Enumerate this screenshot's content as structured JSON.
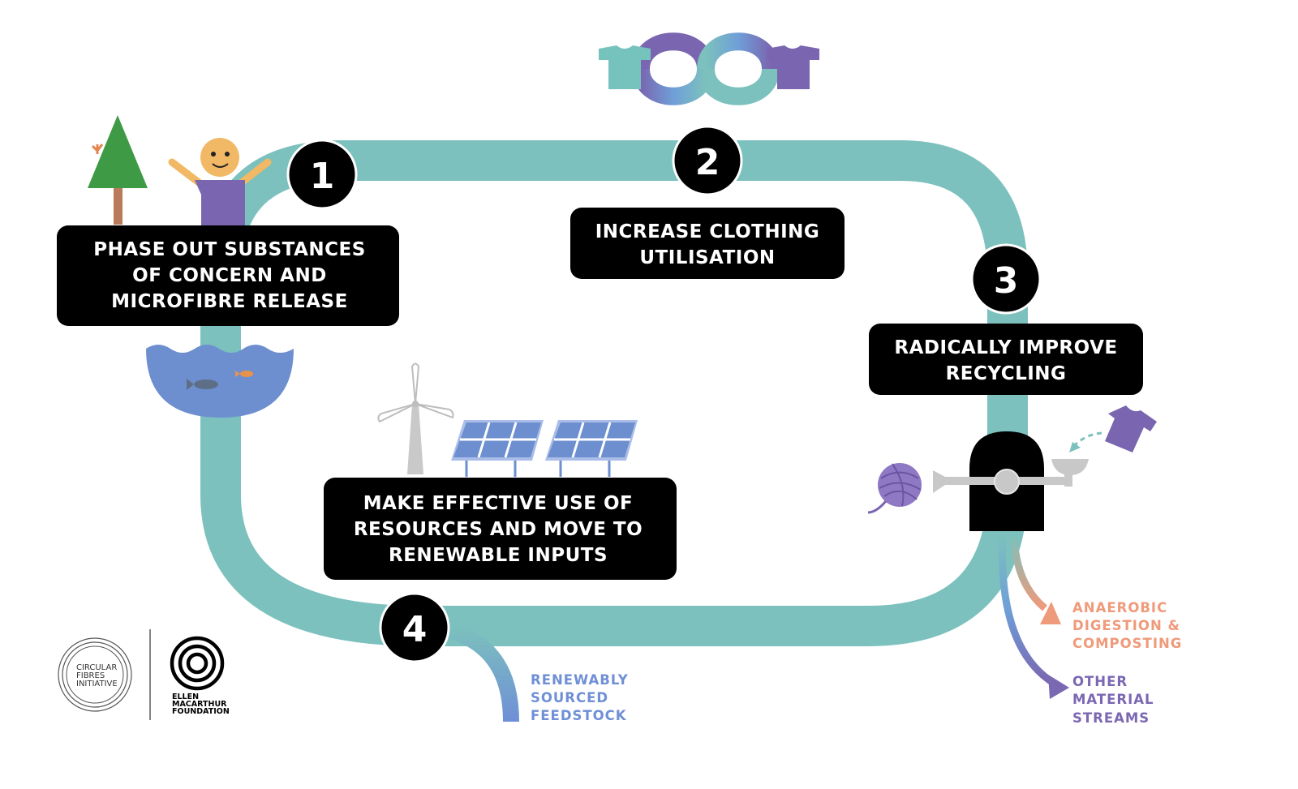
{
  "steps": [
    {
      "number": "1",
      "label_lines": [
        "PHASE OUT SUBSTANCES",
        "OF CONCERN AND",
        "MICROFIBRE RELEASE"
      ]
    },
    {
      "number": "2",
      "label_lines": [
        "INCREASE CLOTHING",
        "UTILISATION"
      ]
    },
    {
      "number": "3",
      "label_lines": [
        "RADICALLY IMPROVE",
        "RECYCLING"
      ]
    },
    {
      "number": "4",
      "label_lines": [
        "MAKE EFFECTIVE USE OF",
        "RESOURCES AND MOVE TO",
        "RENEWABLE INPUTS"
      ]
    }
  ],
  "outflows": {
    "anaerobic_lines": [
      "ANAEROBIC",
      "DIGESTION &",
      "COMPOSTING"
    ],
    "other_lines": [
      "OTHER",
      "MATERIAL",
      "STREAMS"
    ]
  },
  "inflow": {
    "renewable_lines": [
      "RENEWABLY",
      "SOURCED",
      "FEEDSTOCK"
    ]
  },
  "logos": {
    "cfi_lines": [
      "CIRCULAR",
      "FIBRES",
      "INITIATIVE"
    ],
    "emf_lines": [
      "ELLEN",
      "MACARTHUR",
      "FOUNDATION"
    ]
  },
  "colors": {
    "loop": "#7cc1bd",
    "label_bg": "#000000",
    "anaerobic": "#ef9a7a",
    "other": "#7b68b3",
    "renewable": "#6f8fd6",
    "tshirt_purple": "#7a66b0",
    "tshirt_teal": "#76c2bd",
    "water": "#6d8fcf"
  },
  "icons": [
    "infinity-icon",
    "tshirt-icon",
    "tree-icon",
    "person-icon",
    "water-fish-icon",
    "wind-turbine-icon",
    "solar-panel-icon",
    "recycling-machine-icon",
    "yarn-ball-icon"
  ]
}
